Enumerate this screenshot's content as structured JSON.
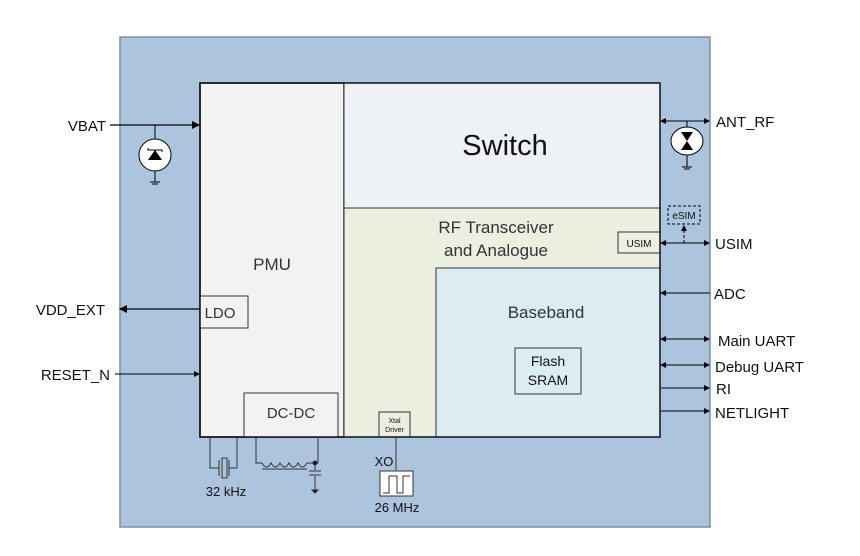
{
  "colors": {
    "module_bg": "#adc4df",
    "pmu_bg": "#f2f2f2",
    "switch_bg": "#eef1f6",
    "rf_bg": "#eaefdf",
    "baseband_bg": "#dbedf3"
  },
  "blocks": {
    "switch": "Switch",
    "rf_line1": "RF Transceiver",
    "rf_line2": "and Analogue",
    "pmu": "PMU",
    "ldo": "LDO",
    "dcdc": "DC-DC",
    "baseband": "Baseband",
    "flash": "Flash",
    "sram": "SRAM",
    "usim_block": "USIM",
    "esim": "eSIM",
    "xtal_line1": "Xtal",
    "xtal_line2": "Driver"
  },
  "signals": {
    "left": [
      "VBAT",
      "VDD_EXT",
      "RESET_N"
    ],
    "right": [
      "ANT_RF",
      "USIM",
      "ADC",
      "Main UART",
      "Debug UART",
      "RI",
      "NETLIGHT"
    ],
    "bottom": {
      "crystal": "32 kHz",
      "xo": "XO",
      "xo_freq": "26 MHz"
    }
  },
  "icons": [
    "tvs-diode-icon",
    "ground-icon",
    "crystal-icon",
    "inductor-icon",
    "capacitor-icon",
    "oscillator-icon"
  ]
}
